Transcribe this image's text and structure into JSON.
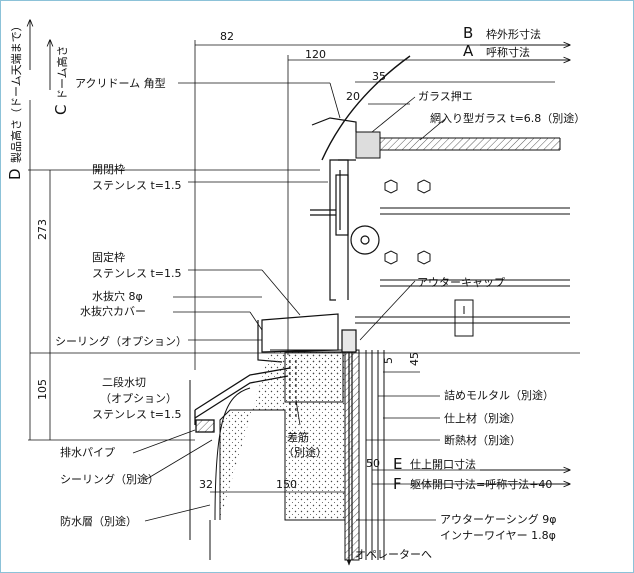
{
  "dimensions": {
    "d82": "82",
    "d120": "120",
    "d35": "35",
    "d20": "20",
    "d273": "273",
    "d105": "105",
    "d5": "5",
    "d45": "45",
    "d50": "50",
    "d32": "32",
    "d150": "150"
  },
  "legend": {
    "B_letter": "B",
    "B_text": "枠外形寸法",
    "A_letter": "A",
    "A_text": "呼称寸法",
    "E_letter": "E",
    "E_text": "仕上開口寸法",
    "F_letter": "F",
    "F_text": "躯体開口寸法=呼称寸法+40",
    "D_letter": "D",
    "D_text": "製品高さ（ドーム天端まで）",
    "C_letter": "C",
    "C_text": "ドーム高さ"
  },
  "labels": {
    "acryl_dome": "アクリドーム 角型",
    "glass_stop": "ガラス押エ",
    "wired_glass": "網入り型ガラス t=6.8（別途）",
    "open_frame_1": "開閉枠",
    "open_frame_2": "ステンレス t=1.5",
    "fixed_frame_1": "固定枠",
    "fixed_frame_2": "ステンレス t=1.5",
    "drain_hole": "水抜穴 8φ",
    "drain_cover": "水抜穴カバー",
    "sealing_option": "シーリング（オプション）",
    "outer_cap": "アウターキャップ",
    "two_step_1": "二段水切",
    "two_step_2": "（オプション）",
    "two_step_3": "ステンレス t=1.5",
    "mortar": "詰めモルタル（別途）",
    "finish_mat": "仕上材（別途）",
    "insulation": "断熱材（別途）",
    "drain_pipe": "排水パイプ",
    "rebar_1": "差筋",
    "rebar_2": "（別途）",
    "sealing_sep": "シーリング（別途）",
    "waterproof": "防水層（別途）",
    "outer_casing": "アウターケーシング 9φ",
    "inner_wire": "インナーワイヤー 1.8φ",
    "to_operator": "オペレーターへ"
  }
}
